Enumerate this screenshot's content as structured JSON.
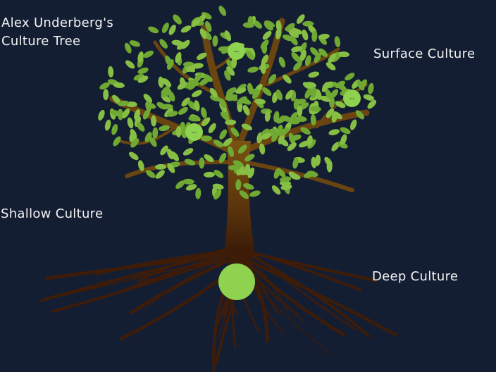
{
  "title": "Alex Underberg's\nCulture Tree",
  "labels": {
    "surface": "Surface Culture",
    "shallow": "Shallow Culture",
    "deep": "Deep Culture"
  },
  "topics": [
    {
      "label": "Topic"
    },
    {
      "label": "Topic"
    },
    {
      "label": "Topic"
    },
    {
      "label": ""
    }
  ],
  "colors": {
    "background": "#141e33",
    "leaf": "#6fa832",
    "trunk": "#6b4510",
    "root": "#3a1a08",
    "topic": "#8ed24f",
    "text": "#f2f2f2"
  }
}
